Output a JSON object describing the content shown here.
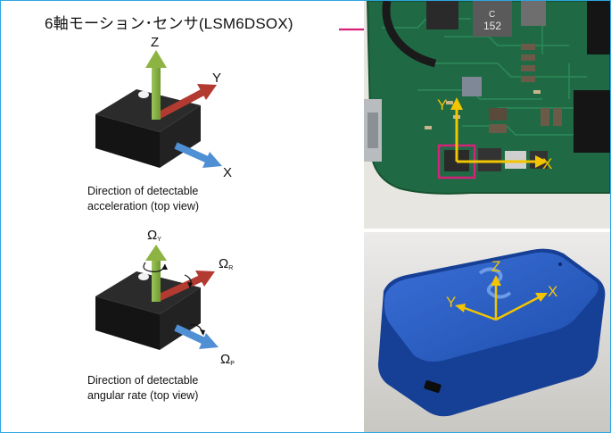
{
  "title": "6軸モーション･センサ(LSM6DSOX)",
  "accel": {
    "axis_z": "Z",
    "axis_y": "Y",
    "axis_x": "X",
    "caption_line1": "Direction of detectable",
    "caption_line2": "acceleration (top view)"
  },
  "gyro": {
    "omega_y": "Ω",
    "omega_y_sub": "Y",
    "omega_r": "Ω",
    "omega_r_sub": "R",
    "omega_p": "Ω",
    "omega_p_sub": "P",
    "caption_line1": "Direction of detectable",
    "caption_line2": "angular rate (top view)"
  },
  "board_photo": {
    "axis_y": "Y",
    "axis_x": "X",
    "chip_label_1": "C",
    "chip_label_2": "152"
  },
  "case_photo": {
    "axis_z": "Z",
    "axis_y": "Y",
    "axis_x": "X"
  },
  "colors": {
    "frame": "#2ea6e0",
    "leader_line": "#d6207a",
    "axis_z_arrow": "#8db443",
    "axis_y_arrow": "#b23a31",
    "axis_x_arrow": "#4f8fd4",
    "photo_axis": "#f3c400",
    "pcb_green": "#1f6a44",
    "case_blue": "#1f55b8"
  }
}
